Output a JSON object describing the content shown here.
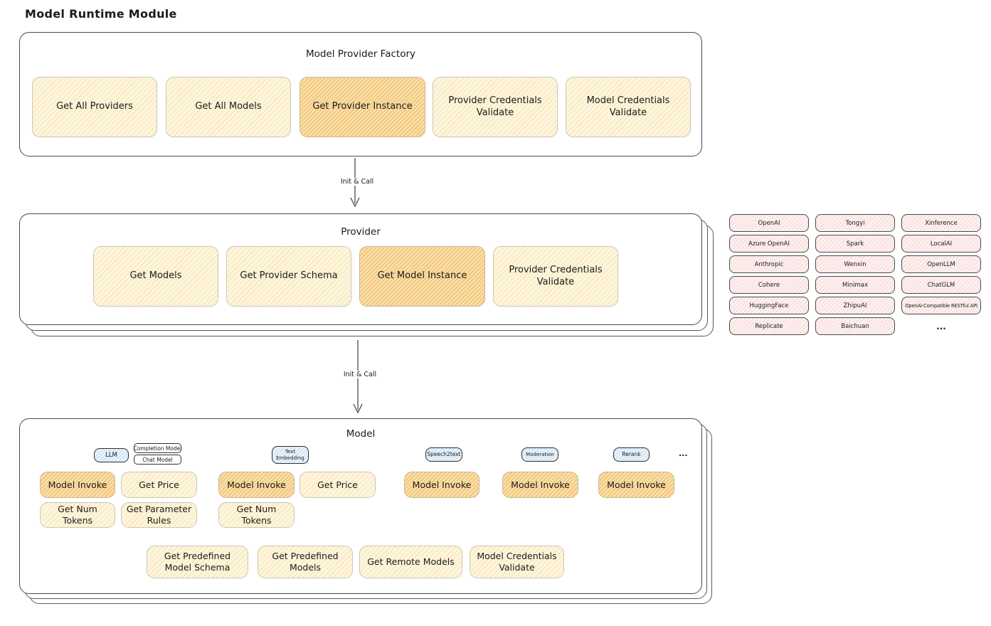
{
  "page": {
    "title": "Model Runtime Module"
  },
  "colors": {
    "button_yellow": "#fdf6de",
    "button_orange_highlight": "#f6d089",
    "tab_blue": "#dcebf8",
    "provider_pink": "#fbecec",
    "outline": "#4a4a4a"
  },
  "arrows": {
    "factory_to_provider": "Init & Call",
    "provider_to_model": "Init & Call"
  },
  "factory": {
    "title": "Model Provider Factory",
    "buttons": [
      {
        "label": "Get All Providers",
        "highlighted": false
      },
      {
        "label": "Get All Models",
        "highlighted": false
      },
      {
        "label": "Get Provider Instance",
        "highlighted": true
      },
      {
        "label": "Provider Credentials Validate",
        "highlighted": false
      },
      {
        "label": "Model Credentials Validate",
        "highlighted": false
      }
    ]
  },
  "provider": {
    "title": "Provider",
    "buttons": [
      {
        "label": "Get Models",
        "highlighted": false
      },
      {
        "label": "Get Provider Schema",
        "highlighted": false
      },
      {
        "label": "Get Model Instance",
        "highlighted": true
      },
      {
        "label": "Provider Credentials Validate",
        "highlighted": false
      }
    ]
  },
  "providers_grid": {
    "items": [
      "OpenAI",
      "Tongyi",
      "Xinference",
      "Azure OpenAI",
      "Spark",
      "LocalAI",
      "Anthropic",
      "Wenxin",
      "OpenLLM",
      "Cohere",
      "Minimax",
      "ChatGLM",
      "HuggingFace",
      "ZhipuAI",
      "OpenAI-Compatible RESTful API",
      "Replicate",
      "Baichuan"
    ],
    "more": "..."
  },
  "model": {
    "title": "Model",
    "tabs": {
      "llm": "LLM",
      "completion_model": "Completion Model",
      "chat_model": "Chat Model",
      "text_embedding": "Text Embedding",
      "speech2text": "Speech2text",
      "moderation": "Moderation",
      "rerank": "Rerank",
      "more": "..."
    },
    "buttons": {
      "model_invoke": "Model Invoke",
      "get_price": "Get Price",
      "get_num_tokens": "Get Num Tokens",
      "get_parameter_rules": "Get Parameter Rules",
      "get_predefined_model_schema": "Get Predefined Model Schema",
      "get_predefined_models": "Get Predefined Models",
      "get_remote_models": "Get Remote Models",
      "model_credentials_validate": "Model Credentials Validate"
    }
  }
}
